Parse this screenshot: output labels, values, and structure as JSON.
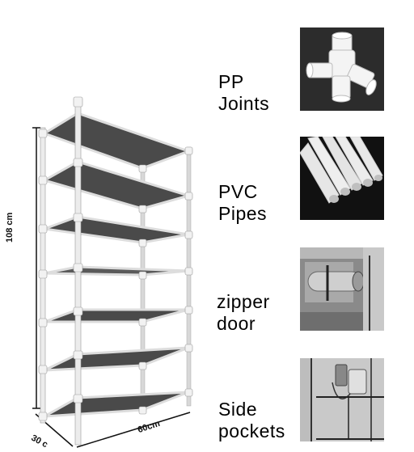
{
  "dimensions": {
    "height": "108 cm",
    "width": "60cm",
    "depth": "30 c"
  },
  "features": [
    {
      "label": "PP\nJoints",
      "icon": "pp-joint-photo"
    },
    {
      "label": "PVC\nPipes",
      "icon": "pvc-pipes-photo"
    },
    {
      "label": "zipper\ndoor",
      "icon": "zipper-door-photo"
    },
    {
      "label": "Side\npockets",
      "icon": "side-pockets-photo"
    }
  ],
  "colors": {
    "shelf": "#4a4a4a",
    "frame": "#e8e8e8",
    "background": "#ffffff",
    "text": "#000000"
  }
}
